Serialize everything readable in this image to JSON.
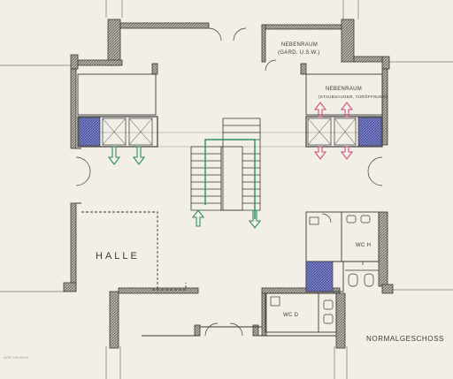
{
  "labels": {
    "nebenraum_top": "NEBENRAUM",
    "nebenraum_top_sub": "(GARD. U.S.W.)",
    "nebenraum_right": "NEBENRAUM",
    "nebenraum_right_sub": "(STAUBSAUGER, TÜRÖFFNUNG)",
    "halle": "HALLE",
    "wc_h": "WC H",
    "wc_d": "WC D",
    "drawing_title": "NORMALGESCHOSS",
    "corner_note": "NOR 196 40/20"
  },
  "colors": {
    "paper": "#f2efe6",
    "ink": "#3a3a3a",
    "wall_fill": "#9c9890",
    "blue_hatch": "#5a5fae",
    "green_arrow": "#2e8b63",
    "pink_arrow": "#d24f7f"
  },
  "icons": {
    "green_arrows": "arrow-icon",
    "pink_arrows": "arrow-icon"
  }
}
